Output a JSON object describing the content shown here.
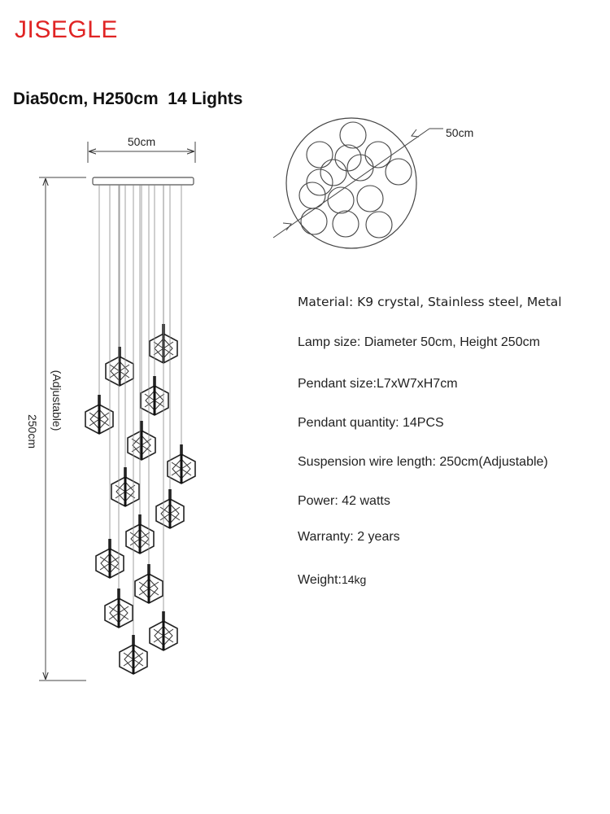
{
  "brand": {
    "name": "JISEGLE",
    "color": "#e02424"
  },
  "headline": "Dia50cm, H250cm  14 Lights",
  "diagram": {
    "width_label": "50cm",
    "height_label": "250cm",
    "height_note": "(Adjustable)",
    "diameter_label": "50cm",
    "pendant_count": 14
  },
  "specs": [
    {
      "label": "Material:",
      "value": "K9 crystal, Stainless steel, Metal"
    },
    {
      "label": "Lamp size:",
      "value": "Diameter 50cm, Height 250cm"
    },
    {
      "label": "Pendant size:",
      "value": "L7xW7xH7cm"
    },
    {
      "label": "Pendant quantity:",
      "value": "14PCS"
    },
    {
      "label": "Suspension wire length:",
      "value": "250cm(Adjustable)"
    },
    {
      "label": "Power:",
      "value": "42 watts"
    },
    {
      "label": "Warranty:",
      "value": "2 years"
    },
    {
      "label": "Weight:",
      "value": "14kg"
    }
  ]
}
